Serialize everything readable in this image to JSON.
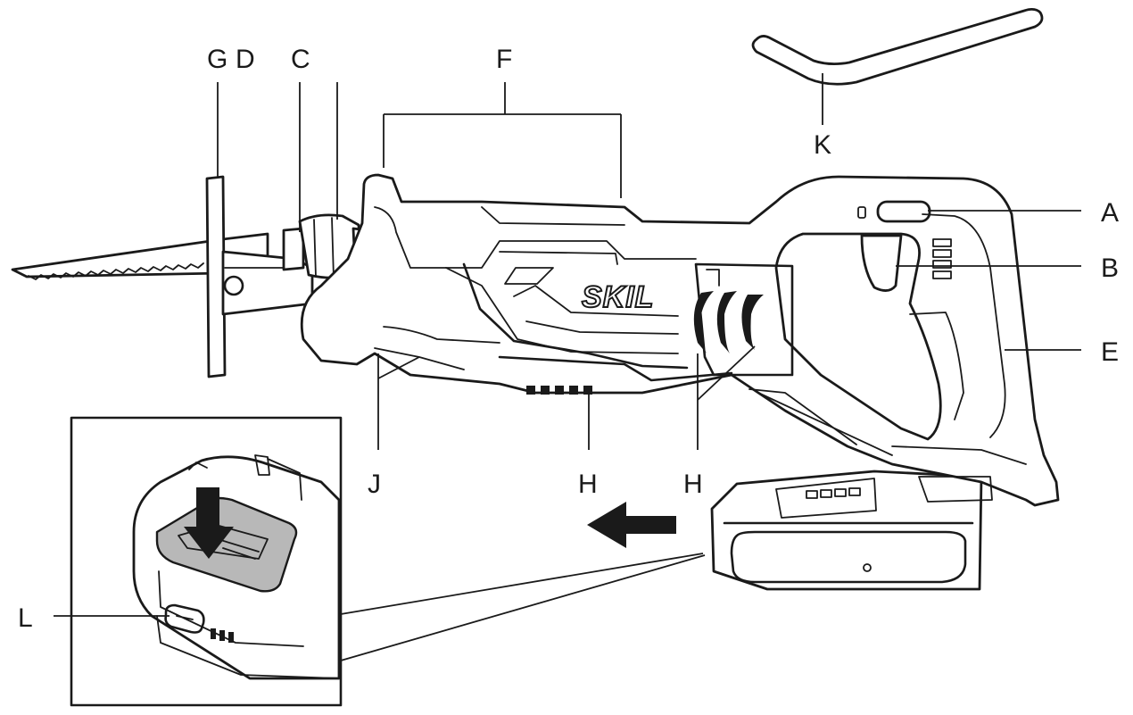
{
  "diagram": {
    "brand_logo": "SKIL",
    "callouts": {
      "A": "A",
      "B": "B",
      "C": "C",
      "D": "D",
      "E": "E",
      "F": "F",
      "G": "G",
      "H_bottom": "H",
      "H_grip": "H",
      "J": "J",
      "K": "K",
      "L": "L"
    }
  }
}
